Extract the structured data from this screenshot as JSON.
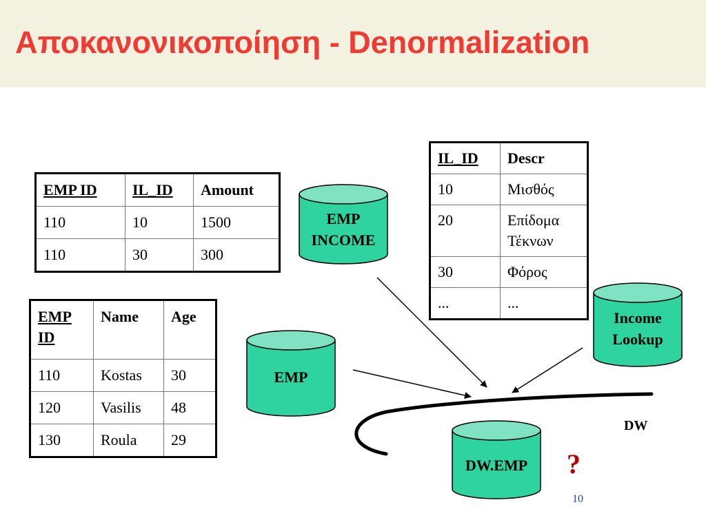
{
  "title": "Αποκανονικοποίηση - Denormalization",
  "emp_income_table": {
    "headers": [
      "EMP ID",
      "IL_ID",
      "Amount"
    ],
    "rows": [
      [
        "110",
        "10",
        "1500"
      ],
      [
        "110",
        "30",
        "300"
      ]
    ]
  },
  "emp_table": {
    "headers": [
      "EMP ID",
      "Name",
      "Age"
    ],
    "rows": [
      [
        "110",
        "Kostas",
        "30"
      ],
      [
        "120",
        "Vasilis",
        "48"
      ],
      [
        "130",
        "Roula",
        "29"
      ]
    ]
  },
  "lookup_table": {
    "headers": [
      "IL_ID",
      "Descr"
    ],
    "rows": [
      [
        "10",
        "Μισθός"
      ],
      [
        "20",
        "Επίδομα Τέκνων"
      ],
      [
        "30",
        "Φόρος"
      ],
      [
        "...",
        "..."
      ]
    ]
  },
  "cylinders": {
    "emp_income": "EMP INCOME",
    "emp": "EMP",
    "income_lookup": "Income Lookup",
    "dw_emp": "DW.EMP"
  },
  "dw_label": "DW",
  "question_mark": "?",
  "page_number": "10",
  "colors": {
    "title": "#ef3b33",
    "cylinder_fill": "#2ed39f",
    "cylinder_top": "#7fe3c3"
  }
}
